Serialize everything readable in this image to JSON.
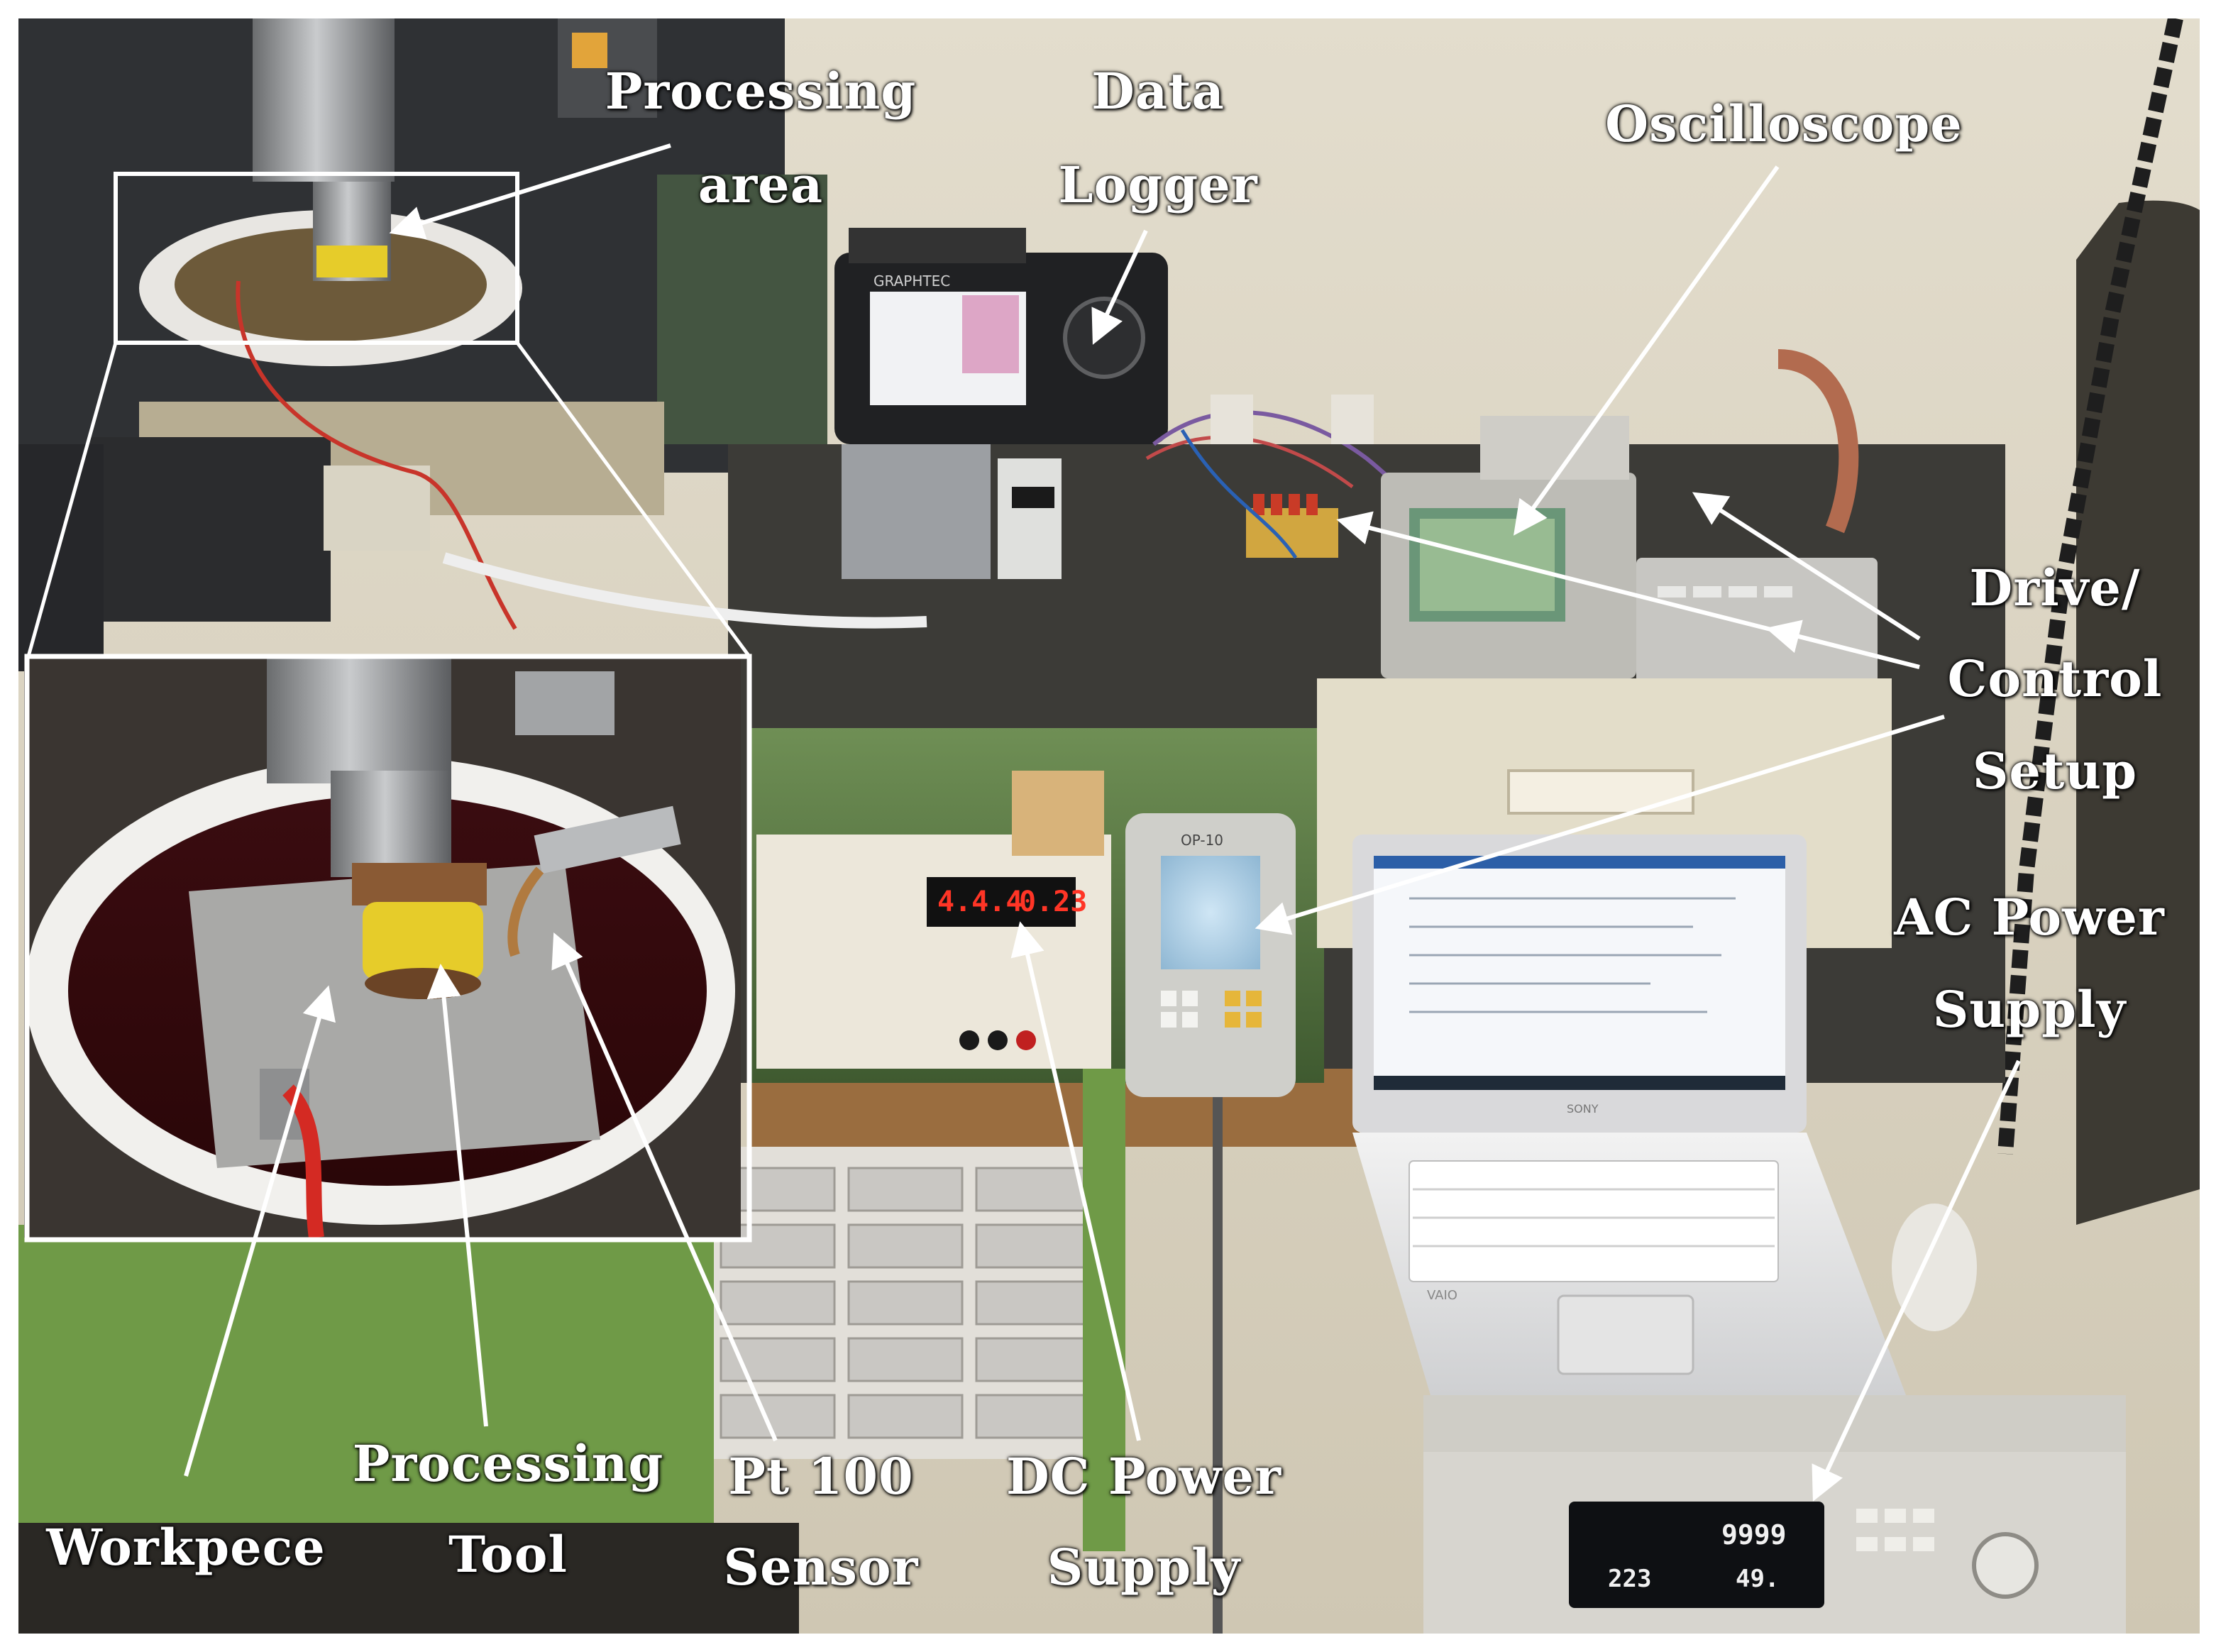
{
  "figure": {
    "labels": {
      "processing_area": [
        "Processing",
        "area"
      ],
      "data_logger": [
        "Data",
        "Logger"
      ],
      "oscilloscope": "Oscilloscope",
      "drive_control_setup": [
        "Drive/",
        "Control",
        "Setup"
      ],
      "ac_power_supply": [
        "AC Power",
        "Supply"
      ],
      "workpece": "Workpece",
      "processing_tool": [
        "Processing",
        "Tool"
      ],
      "pt100_sensor": [
        "Pt 100",
        "Sensor"
      ],
      "dc_power_supply": [
        "DC Power",
        "Supply"
      ]
    },
    "device_readouts": {
      "dc_supply_voltage": "4.4.4",
      "dc_supply_current": "0.23",
      "ac_supply_top": "9999",
      "ac_supply_left": "223",
      "ac_supply_right": "49.",
      "logger_brand": "GRAPHTEC",
      "laptop_brand": "SONY",
      "laptop_logo": "VAIO",
      "pendant_model": "OP-10"
    },
    "colors": {
      "label_text": "#ffffff",
      "arrow": "#ffffff",
      "frame": "#ffffff",
      "wall": "#d9d2c2",
      "machine_green": "#5c7a46",
      "tool_yellow": "#e6cc2a",
      "led_red": "#ff3526"
    }
  }
}
